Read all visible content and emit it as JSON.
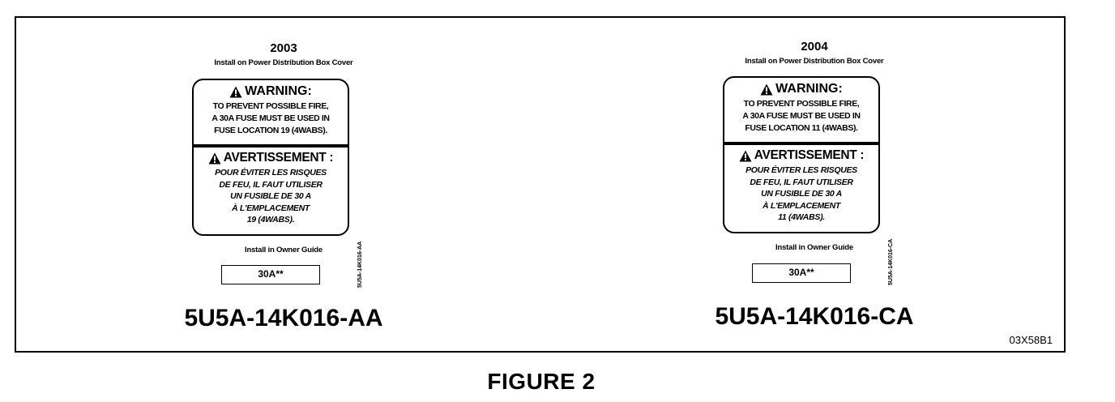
{
  "labels": [
    {
      "year": "2003",
      "install_top": "Install on Power Distribution Box Cover",
      "warning_title": "WARNING:",
      "warning_lines": [
        "TO PREVENT POSSIBLE FIRE,",
        "A 30A FUSE MUST BE USED IN",
        "FUSE LOCATION 19 (4WABS)."
      ],
      "avertissement_title": "AVERTISSEMENT :",
      "french_lines": [
        "POUR ÉVITER LES RISQUES",
        "DE FEU, IL FAUT UTILISER",
        "UN FUSIBLE DE 30 A",
        "À L'EMPLACEMENT",
        "19 (4WABS)."
      ],
      "side_code": "5U5A-14K016-AA",
      "owner_guide": "Install in Owner Guide",
      "fuse_rating": "30A**",
      "part_number": "5U5A-14K016-AA"
    },
    {
      "year": "2004",
      "install_top": "Install on Power Distribution Box Cover",
      "warning_title": "WARNING:",
      "warning_lines": [
        "TO PREVENT POSSIBLE FIRE,",
        "A 30A FUSE MUST BE USED IN",
        "FUSE LOCATION 11 (4WABS)."
      ],
      "avertissement_title": "AVERTISSEMENT :",
      "french_lines": [
        "POUR ÉVITER LES RISQUES",
        "DE FEU, IL FAUT UTILISER",
        "UN FUSIBLE DE 30 A",
        "À L'EMPLACEMENT",
        "11 (4WABS)."
      ],
      "side_code": "5U5A-14K016-CA",
      "owner_guide": "Install in Owner Guide",
      "fuse_rating": "30A**",
      "part_number": "5U5A-14K016-CA"
    }
  ],
  "drawing_code": "03X58B1",
  "figure_caption": "FIGURE 2",
  "icons": {
    "warning": "warning-triangle-icon"
  }
}
